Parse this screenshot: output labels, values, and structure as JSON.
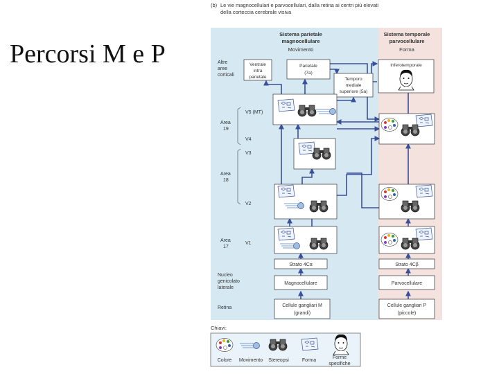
{
  "slide": {
    "title": "Percorsi M e P"
  },
  "figure": {
    "caption_label": "(b)",
    "caption_line1": "Le vie magnocellulari e parvocellulari, dalla retina ai centri più elevati",
    "caption_line2": "della corteccia cerebrale visiva",
    "parietal": {
      "title1": "Sistema parietale",
      "title2": "magnocellulare",
      "subtitle": "Movimento"
    },
    "temporal": {
      "title1": "Sistema temporale",
      "title2": "parvocellulare",
      "subtitle": "Forma"
    },
    "left_labels": {
      "other1": "Altre",
      "other2": "aree",
      "other3": "corticali",
      "area19a": "Area",
      "area19b": "19",
      "area18a": "Area",
      "area18b": "18",
      "area17a": "Area",
      "area17b": "17",
      "lgn1": "Nucleo",
      "lgn2": "genicolato",
      "lgn3": "laterale",
      "retina": "Retina"
    },
    "v_labels": {
      "v5": "V5 (MT)",
      "v4": "V4",
      "v3": "V3",
      "v2": "V2",
      "v1": "V1"
    },
    "boxes": {
      "ventral1": "Ventrale",
      "ventral2": "intra",
      "ventral3": "parietale",
      "parietal1": "Parietale",
      "parietal2": "(7a)",
      "mst1": "Temporo",
      "mst2": "mediale",
      "mst3": "superiore (5a)",
      "inferotemporal": "Inferotemporale",
      "layer_m": "Strato 4Cα",
      "layer_p": "Strato 4Cβ",
      "lgn_m": "Magnocellulare",
      "lgn_p": "Parvocellulare",
      "ganglion_m1": "Cellule gangliari M",
      "ganglion_m2": "(grandi)",
      "ganglion_p1": "Cellule gangliari P",
      "ganglion_p2": "(piccole)"
    },
    "key": {
      "title": "Chiavi:",
      "items": [
        "Colore",
        "Movimento",
        "Stereopsi",
        "Forma"
      ],
      "faces1": "Forme",
      "faces2": "specifiche"
    }
  },
  "colors": {
    "parietal_bg": "#d6e9f3",
    "temporal_bg": "#f3e2de",
    "pathway": "#3a4f9a"
  }
}
